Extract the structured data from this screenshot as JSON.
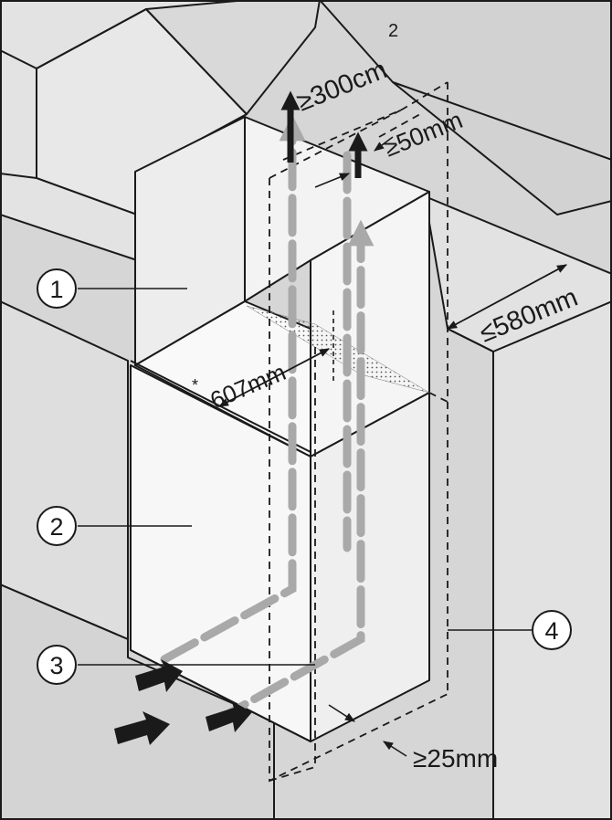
{
  "colors": {
    "background": "#d6d6d6",
    "wall": "#e6e6e6",
    "appliance": "#f2f2f2",
    "door": "#f7f7f7",
    "line": "#1a1a1a",
    "airflow": "#a9a9a9",
    "intake_arrow": "#1a1a1a"
  },
  "dimensions": {
    "vent_area": "≥300cm",
    "vent_area_exp": "2",
    "gap_top": "≥50mm",
    "depth": "≤580mm",
    "width": "607mm",
    "width_marker": "*",
    "gap_bottom": "≥25mm"
  },
  "callouts": [
    {
      "id": "1",
      "label": "1"
    },
    {
      "id": "2",
      "label": "2"
    },
    {
      "id": "3",
      "label": "3"
    },
    {
      "id": "4",
      "label": "4"
    }
  ],
  "icons": {
    "intake_arrow": "arrow-right-icon",
    "exhaust_arrow": "arrow-up-icon",
    "airflow_arrow": "airflow-arrow-icon"
  }
}
